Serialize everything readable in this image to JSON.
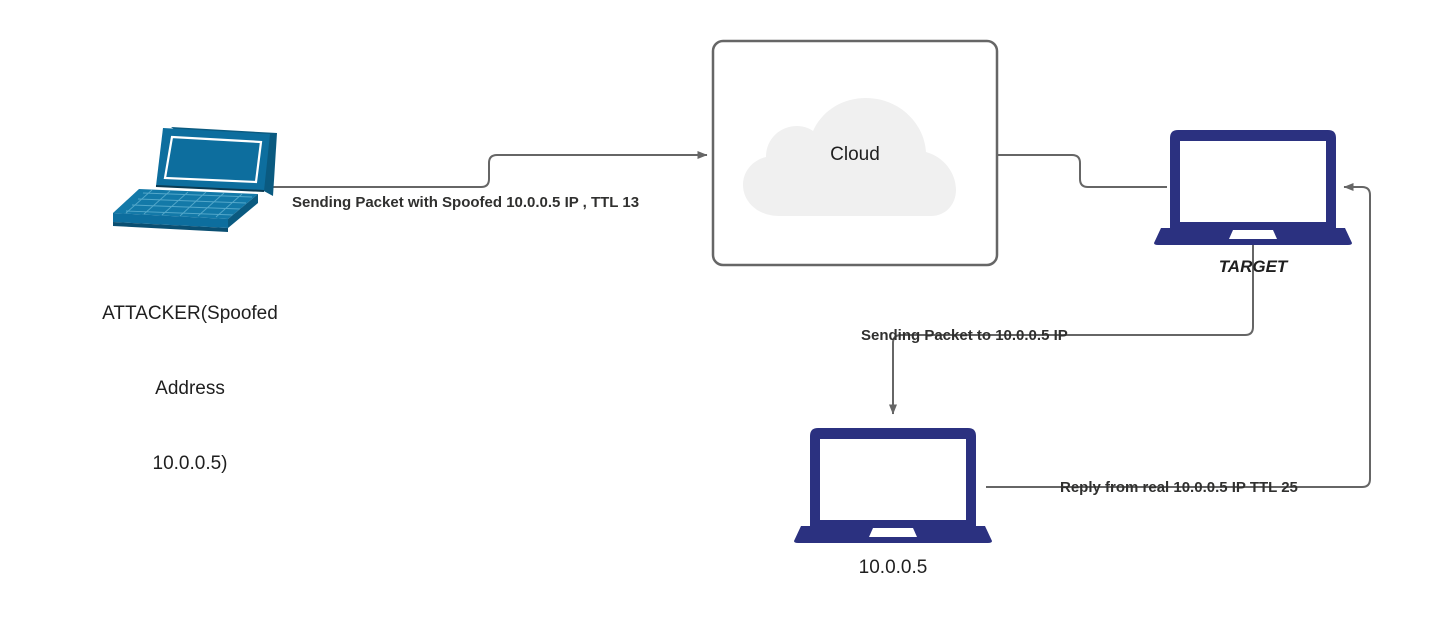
{
  "diagram": {
    "title": "IP spoofing with TTL analysis network diagram",
    "background_color": "#ffffff",
    "line_color": "#666666",
    "label_color": "#30302f",
    "nodes": [
      {
        "id": "attacker",
        "icon": "isometric-laptop-icon",
        "color": "#0d6e9e",
        "label_lines": [
          "ATTACKER(Spoofed",
          "Address",
          "10.0.0.5)"
        ],
        "label_line1": "ATTACKER(Spoofed",
        "label_line2": "Address",
        "label_line3": "10.0.0.5)"
      },
      {
        "id": "cloud",
        "icon": "cloud-icon",
        "label": "Cloud",
        "fill": "#f0f0f0",
        "border_color": "#666666"
      },
      {
        "id": "target",
        "icon": "laptop-icon",
        "color": "#2b3180",
        "label": "TARGET"
      },
      {
        "id": "victim",
        "icon": "laptop-icon",
        "color": "#2b3180",
        "label": "10.0.0.5"
      }
    ],
    "edges": [
      {
        "id": "attacker-to-cloud",
        "from": "attacker",
        "to": "cloud",
        "label": "Sending Packet with Spoofed 10.0.0.5 IP , TTL 13",
        "arrow": true
      },
      {
        "id": "cloud-to-target",
        "from": "cloud",
        "to": "target",
        "label": "",
        "arrow": false
      },
      {
        "id": "target-to-victim",
        "from": "target",
        "to": "victim",
        "label": "Sending Packet to 10.0.0.5 IP",
        "arrow": true
      },
      {
        "id": "victim-to-target",
        "from": "victim",
        "to": "target",
        "label": "Reply from real 10.0.0.5 IP TTL 25",
        "arrow": true
      }
    ]
  }
}
